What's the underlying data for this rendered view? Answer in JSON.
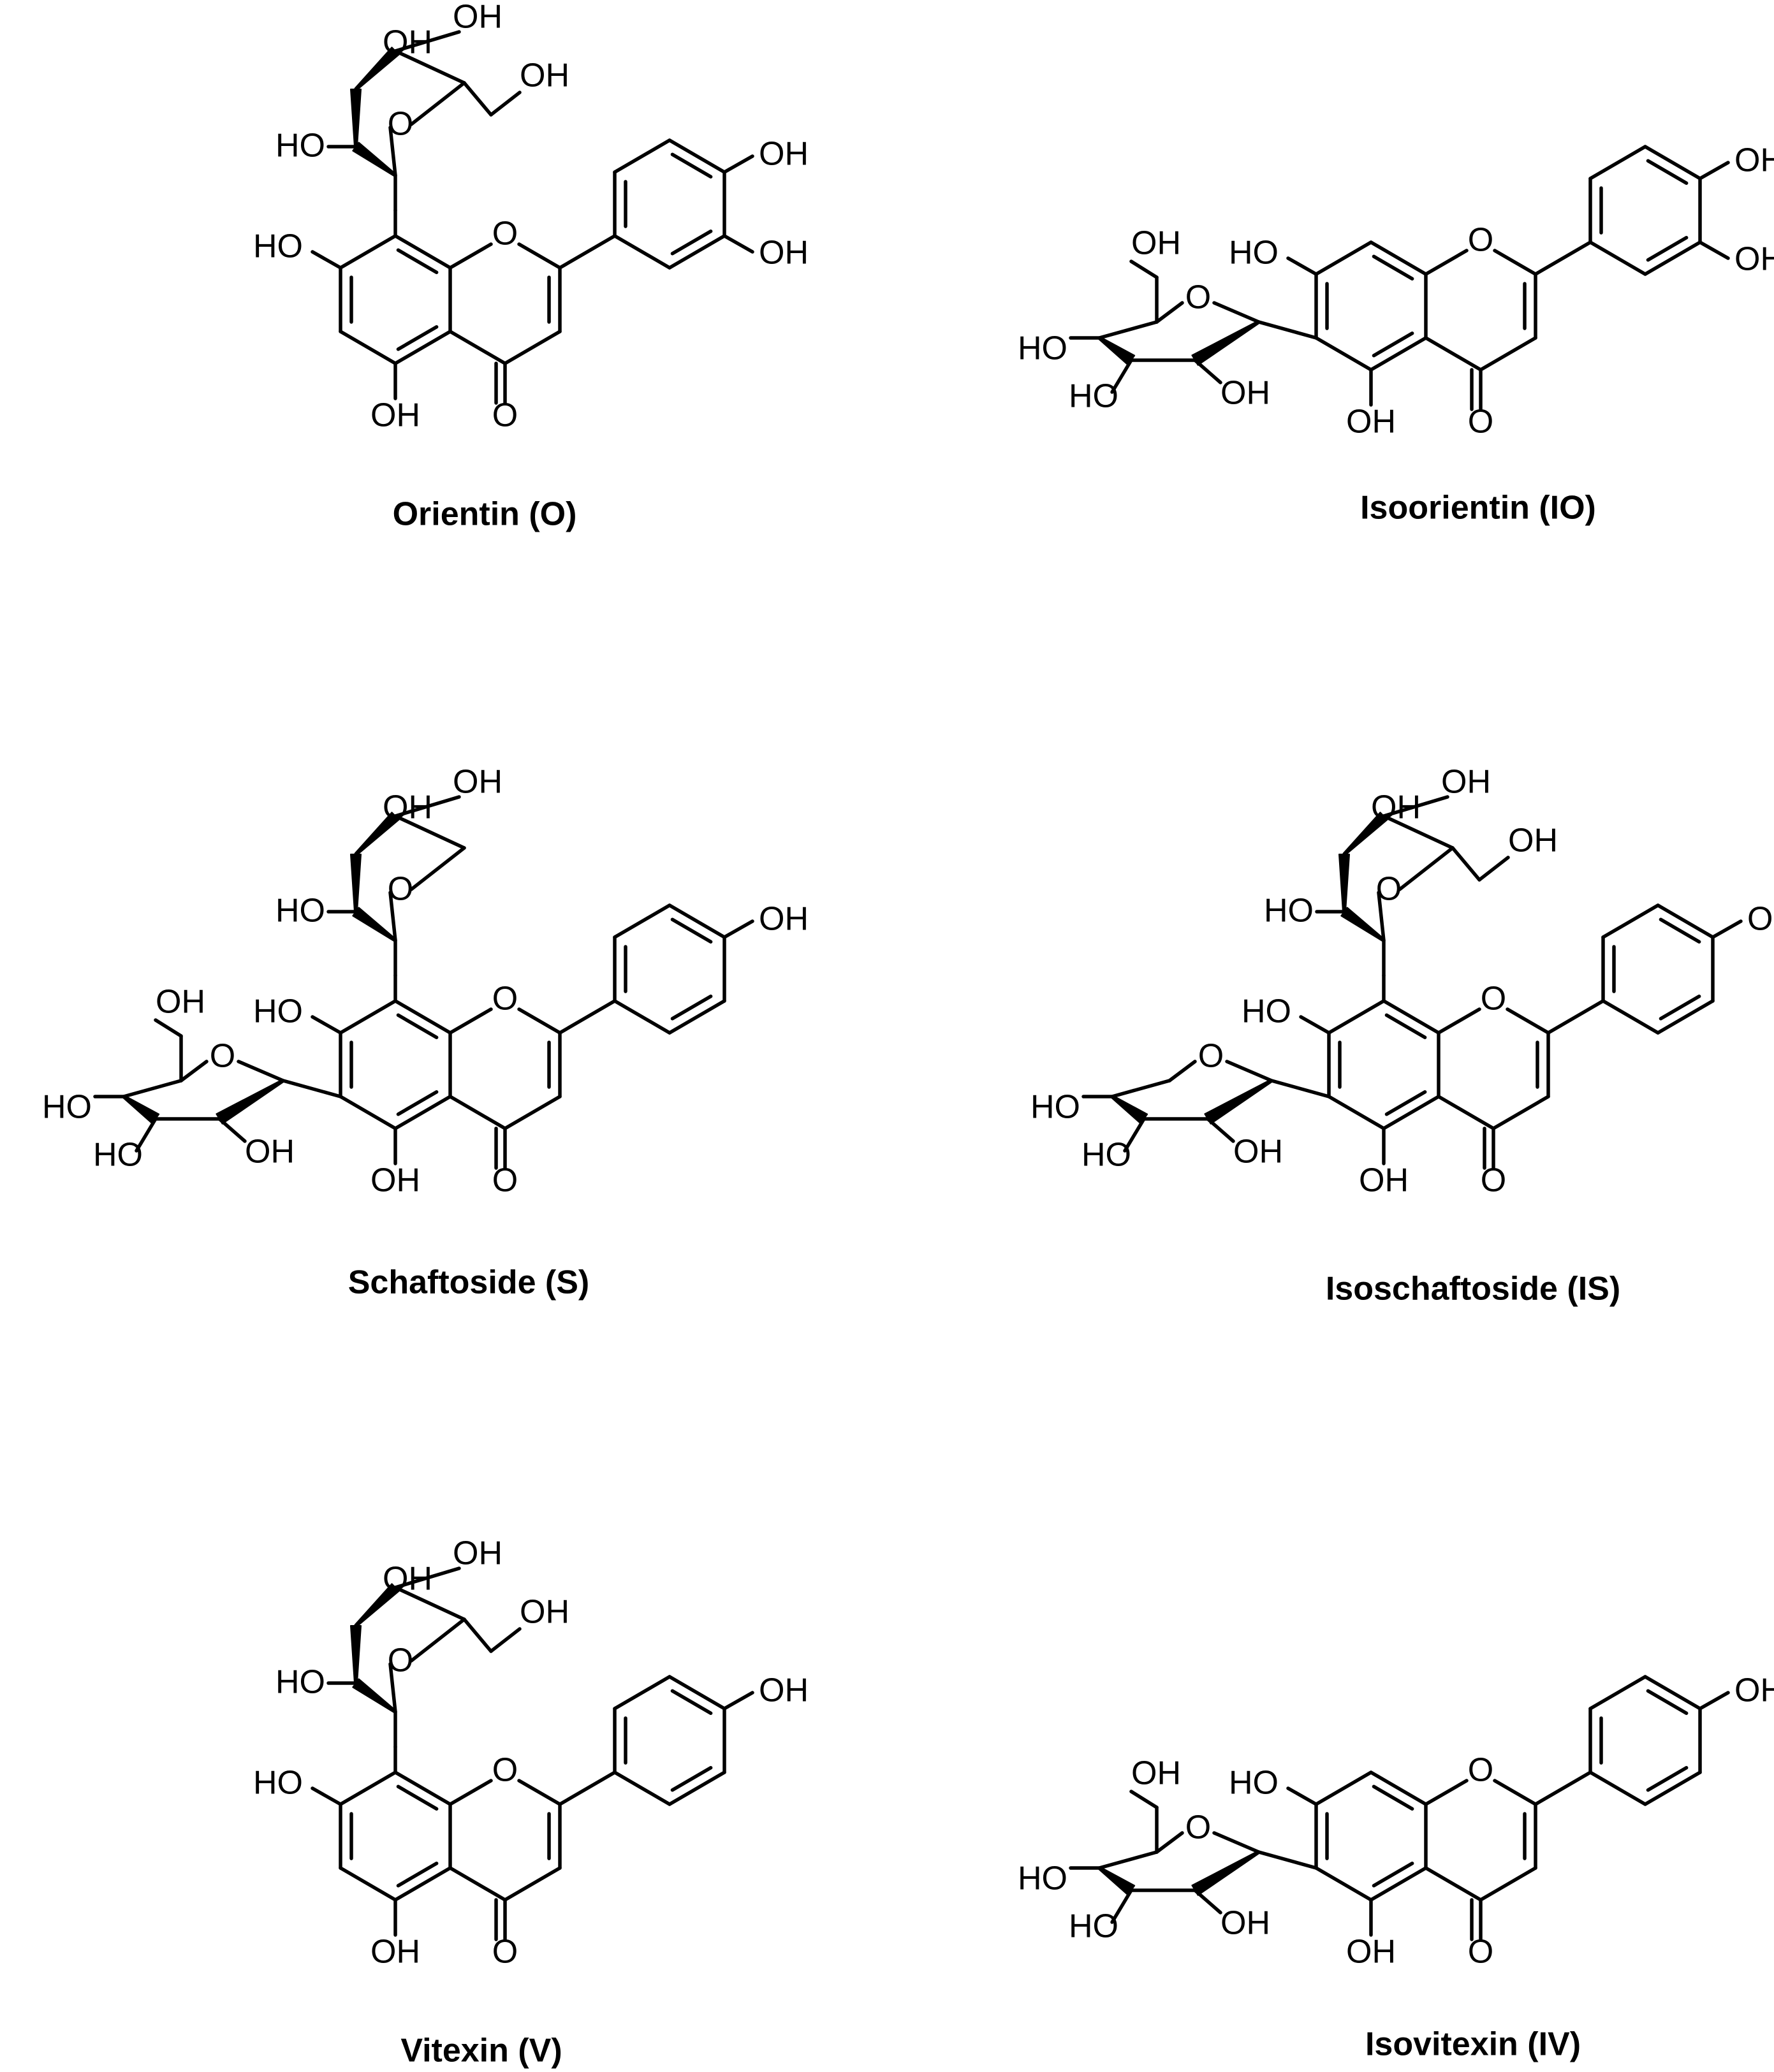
{
  "atom_labels": {
    "OH": "OH",
    "HO": "HO",
    "O": "O",
    "H": "H"
  },
  "compounds": [
    {
      "caption": "Orientin (O)"
    },
    {
      "caption": "Isoorientin (IO)"
    },
    {
      "caption": "Schaftoside (S)"
    },
    {
      "caption": "Isoschaftoside (IS)"
    },
    {
      "caption": "Vitexin (V)"
    },
    {
      "caption": "Isovitexin (IV)"
    }
  ]
}
